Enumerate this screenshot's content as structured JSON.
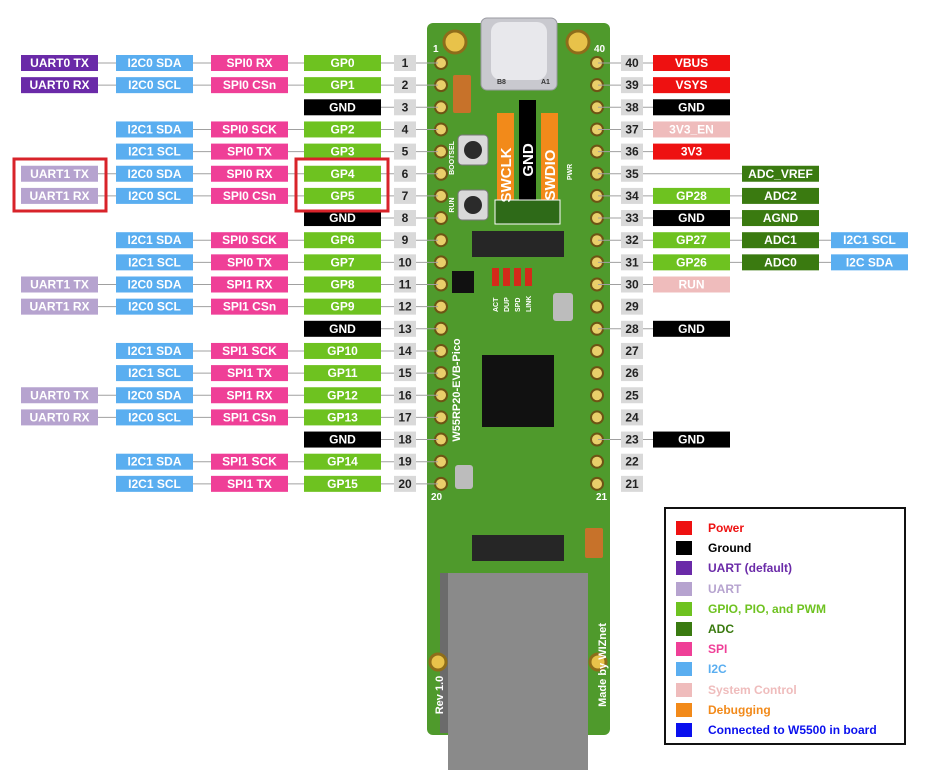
{
  "colors": {
    "uart_default": "#6a2aa8",
    "uart": "#b6a3cf",
    "i2c": "#5aaef0",
    "spi": "#ef3f97",
    "gpio": "#6ec220",
    "adc": "#3a7a10",
    "ground": "#000000",
    "power": "#ee1111",
    "system": "#efbcbc",
    "debug": "#f28a1a",
    "w5500": "#0a10ee",
    "pcb": "#4f9a2c",
    "highlight": "#d8232a"
  },
  "left_pins": [
    {
      "num": "1",
      "tags": [
        {
          "t": "UART0 TX",
          "c": "uart_default"
        },
        {
          "t": "I2C0 SDA",
          "c": "i2c"
        },
        {
          "t": "SPI0 RX",
          "c": "spi"
        },
        {
          "t": "GP0",
          "c": "gpio"
        }
      ]
    },
    {
      "num": "2",
      "tags": [
        {
          "t": "UART0 RX",
          "c": "uart_default"
        },
        {
          "t": "I2C0 SCL",
          "c": "i2c"
        },
        {
          "t": "SPI0 CSn",
          "c": "spi"
        },
        {
          "t": "GP1",
          "c": "gpio"
        }
      ]
    },
    {
      "num": "3",
      "tags": [
        null,
        null,
        null,
        {
          "t": "GND",
          "c": "ground"
        }
      ]
    },
    {
      "num": "4",
      "tags": [
        null,
        {
          "t": "I2C1 SDA",
          "c": "i2c"
        },
        {
          "t": "SPI0 SCK",
          "c": "spi"
        },
        {
          "t": "GP2",
          "c": "gpio"
        }
      ]
    },
    {
      "num": "5",
      "tags": [
        null,
        {
          "t": "I2C1 SCL",
          "c": "i2c"
        },
        {
          "t": "SPI0 TX",
          "c": "spi"
        },
        {
          "t": "GP3",
          "c": "gpio"
        }
      ]
    },
    {
      "num": "6",
      "tags": [
        {
          "t": "UART1 TX",
          "c": "uart"
        },
        {
          "t": "I2C0 SDA",
          "c": "i2c"
        },
        {
          "t": "SPI0 RX",
          "c": "spi"
        },
        {
          "t": "GP4",
          "c": "gpio"
        }
      ]
    },
    {
      "num": "7",
      "tags": [
        {
          "t": "UART1 RX",
          "c": "uart"
        },
        {
          "t": "I2C0 SCL",
          "c": "i2c"
        },
        {
          "t": "SPI0 CSn",
          "c": "spi"
        },
        {
          "t": "GP5",
          "c": "gpio"
        }
      ]
    },
    {
      "num": "8",
      "tags": [
        null,
        null,
        null,
        {
          "t": "GND",
          "c": "ground"
        }
      ]
    },
    {
      "num": "9",
      "tags": [
        null,
        {
          "t": "I2C1 SDA",
          "c": "i2c"
        },
        {
          "t": "SPI0 SCK",
          "c": "spi"
        },
        {
          "t": "GP6",
          "c": "gpio"
        }
      ]
    },
    {
      "num": "10",
      "tags": [
        null,
        {
          "t": "I2C1 SCL",
          "c": "i2c"
        },
        {
          "t": "SPI0 TX",
          "c": "spi"
        },
        {
          "t": "GP7",
          "c": "gpio"
        }
      ]
    },
    {
      "num": "11",
      "tags": [
        {
          "t": "UART1 TX",
          "c": "uart"
        },
        {
          "t": "I2C0 SDA",
          "c": "i2c"
        },
        {
          "t": "SPI1 RX",
          "c": "spi"
        },
        {
          "t": "GP8",
          "c": "gpio"
        }
      ]
    },
    {
      "num": "12",
      "tags": [
        {
          "t": "UART1 RX",
          "c": "uart"
        },
        {
          "t": "I2C0 SCL",
          "c": "i2c"
        },
        {
          "t": "SPI1 CSn",
          "c": "spi"
        },
        {
          "t": "GP9",
          "c": "gpio"
        }
      ]
    },
    {
      "num": "13",
      "tags": [
        null,
        null,
        null,
        {
          "t": "GND",
          "c": "ground"
        }
      ]
    },
    {
      "num": "14",
      "tags": [
        null,
        {
          "t": "I2C1 SDA",
          "c": "i2c"
        },
        {
          "t": "SPI1 SCK",
          "c": "spi"
        },
        {
          "t": "GP10",
          "c": "gpio"
        }
      ]
    },
    {
      "num": "15",
      "tags": [
        null,
        {
          "t": "I2C1 SCL",
          "c": "i2c"
        },
        {
          "t": "SPI1 TX",
          "c": "spi"
        },
        {
          "t": "GP11",
          "c": "gpio"
        }
      ]
    },
    {
      "num": "16",
      "tags": [
        {
          "t": "UART0 TX",
          "c": "uart"
        },
        {
          "t": "I2C0 SDA",
          "c": "i2c"
        },
        {
          "t": "SPI1 RX",
          "c": "spi"
        },
        {
          "t": "GP12",
          "c": "gpio"
        }
      ]
    },
    {
      "num": "17",
      "tags": [
        {
          "t": "UART0 RX",
          "c": "uart"
        },
        {
          "t": "I2C0 SCL",
          "c": "i2c"
        },
        {
          "t": "SPI1 CSn",
          "c": "spi"
        },
        {
          "t": "GP13",
          "c": "gpio"
        }
      ]
    },
    {
      "num": "18",
      "tags": [
        null,
        null,
        null,
        {
          "t": "GND",
          "c": "ground"
        }
      ]
    },
    {
      "num": "19",
      "tags": [
        null,
        {
          "t": "I2C1 SDA",
          "c": "i2c"
        },
        {
          "t": "SPI1 SCK",
          "c": "spi"
        },
        {
          "t": "GP14",
          "c": "gpio"
        }
      ]
    },
    {
      "num": "20",
      "tags": [
        null,
        {
          "t": "I2C1 SCL",
          "c": "i2c"
        },
        {
          "t": "SPI1 TX",
          "c": "spi"
        },
        {
          "t": "GP15",
          "c": "gpio"
        }
      ]
    }
  ],
  "right_pins": [
    {
      "num": "40",
      "tags": [
        {
          "t": "VBUS",
          "c": "power"
        },
        null,
        null
      ]
    },
    {
      "num": "39",
      "tags": [
        {
          "t": "VSYS",
          "c": "power"
        },
        null,
        null
      ]
    },
    {
      "num": "38",
      "tags": [
        {
          "t": "GND",
          "c": "ground"
        },
        null,
        null
      ]
    },
    {
      "num": "37",
      "tags": [
        {
          "t": "3V3_EN",
          "c": "system"
        },
        null,
        null
      ]
    },
    {
      "num": "36",
      "tags": [
        {
          "t": "3V3",
          "c": "power"
        },
        null,
        null
      ]
    },
    {
      "num": "35",
      "tags": [
        null,
        {
          "t": "ADC_VREF",
          "c": "adc"
        },
        null
      ]
    },
    {
      "num": "34",
      "tags": [
        {
          "t": "GP28",
          "c": "gpio"
        },
        {
          "t": "ADC2",
          "c": "adc"
        },
        null
      ]
    },
    {
      "num": "33",
      "tags": [
        {
          "t": "GND",
          "c": "ground"
        },
        {
          "t": "AGND",
          "c": "adc"
        },
        null
      ]
    },
    {
      "num": "32",
      "tags": [
        {
          "t": "GP27",
          "c": "gpio"
        },
        {
          "t": "ADC1",
          "c": "adc"
        },
        {
          "t": "I2C1 SCL",
          "c": "i2c"
        }
      ]
    },
    {
      "num": "31",
      "tags": [
        {
          "t": "GP26",
          "c": "gpio"
        },
        {
          "t": "ADC0",
          "c": "adc"
        },
        {
          "t": "I2C SDA",
          "c": "i2c"
        }
      ]
    },
    {
      "num": "30",
      "tags": [
        {
          "t": "RUN",
          "c": "system"
        },
        null,
        null
      ]
    },
    {
      "num": "29",
      "tags": [
        null,
        null,
        null
      ]
    },
    {
      "num": "28",
      "tags": [
        {
          "t": "GND",
          "c": "ground"
        },
        null,
        null
      ]
    },
    {
      "num": "27",
      "tags": [
        null,
        null,
        null
      ]
    },
    {
      "num": "26",
      "tags": [
        null,
        null,
        null
      ]
    },
    {
      "num": "25",
      "tags": [
        null,
        null,
        null
      ]
    },
    {
      "num": "24",
      "tags": [
        null,
        null,
        null
      ]
    },
    {
      "num": "23",
      "tags": [
        {
          "t": "GND",
          "c": "ground"
        },
        null,
        null
      ]
    },
    {
      "num": "22",
      "tags": [
        null,
        null,
        null
      ]
    },
    {
      "num": "21",
      "tags": [
        null,
        null,
        null
      ]
    }
  ],
  "board": {
    "corner_1": "1",
    "corner_40": "40",
    "corner_20": "20",
    "corner_21": "21",
    "swclk": "SWCLK",
    "gnd": "GND",
    "swdio": "SWDIO",
    "bootsel": "BOOTSEL",
    "run": "RUN",
    "pwr": "PWR",
    "leds": [
      "ACT",
      "DUP",
      "SPD",
      "LINK"
    ],
    "name": "W55RP20-EVB-Pico",
    "rev": "Rev 1.0",
    "maker": "Made by WIZnet",
    "usb_b8": "B8",
    "usb_a1": "A1"
  },
  "legend": [
    {
      "label": "Power",
      "c": "power"
    },
    {
      "label": "Ground",
      "c": "ground"
    },
    {
      "label": "UART  (default)",
      "c": "uart_default"
    },
    {
      "label": "UART",
      "c": "uart"
    },
    {
      "label": "GPIO, PIO, and PWM",
      "c": "gpio"
    },
    {
      "label": "ADC",
      "c": "adc"
    },
    {
      "label": "SPI",
      "c": "spi"
    },
    {
      "label": "I2C",
      "c": "i2c"
    },
    {
      "label": "System Control",
      "c": "system"
    },
    {
      "label": "Debugging",
      "c": "debug"
    },
    {
      "label": "Connected to W5500 in board",
      "c": "w5500"
    }
  ]
}
